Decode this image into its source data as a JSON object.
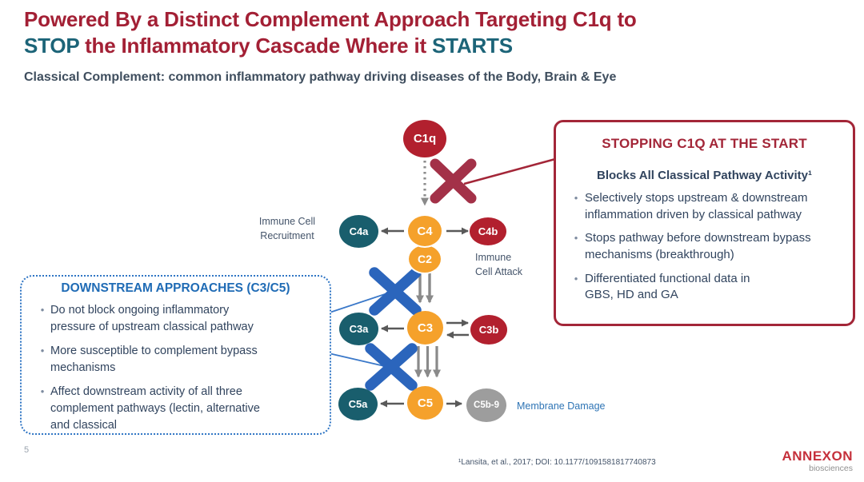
{
  "title": {
    "line1": "Powered By a Distinct Complement Approach Targeting C1q to",
    "line2_stop": "STOP",
    "line2_mid": " the Inflammatory Cascade Where it ",
    "line2_starts": "STARTS"
  },
  "subtitle": "Classical Complement: common inflammatory pathway driving diseases of the Body, Brain & Eye",
  "diagram": {
    "nodes": {
      "c1q": "C1q",
      "c4": "C4",
      "c2": "C2",
      "c3": "C3",
      "c5": "C5",
      "c4a": "C4a",
      "c4b": "C4b",
      "c3a": "C3a",
      "c3b": "C3b",
      "c5a": "C5a",
      "c5b9": "C5b-9"
    },
    "labels": {
      "immune_recruitment_line1": "Immune Cell",
      "immune_recruitment_line2": "Recruitment",
      "immune_attack_line1": "Immune",
      "immune_attack_line2": "Cell Attack",
      "membrane_damage": "Membrane Damage"
    }
  },
  "red_box": {
    "title": "STOPPING C1Q AT THE START",
    "subtitle": "Blocks All Classical Pathway Activity¹",
    "bullets": [
      "Selectively stops upstream & downstream\ninflammation driven by classical pathway",
      "Stops pathway before downstream bypass\nmechanisms (breakthrough)",
      "Differentiated functional data in\nGBS, HD and GA"
    ]
  },
  "blue_box": {
    "title": "DOWNSTREAM APPROACHES (C3/C5)",
    "bullets": [
      "Do not block ongoing inflammatory\npressure of upstream classical pathway",
      "More susceptible to complement bypass\nmechanisms",
      "Affect downstream activity of all three\ncomplement pathways (lectin, alternative\nand classical"
    ]
  },
  "footer": {
    "page_number": "5",
    "citation": "¹Lansita, et al., 2017; DOI: 10.1177/1091581817740873",
    "logo_name": "ANNEXON",
    "logo_sub": "biosciences"
  },
  "bullet_glyph": "•",
  "colors": {
    "title_crimson": "#A32035",
    "title_teal": "#1C6478",
    "node_red": "#B2202E",
    "node_orange": "#F5A12B",
    "node_teal": "#195E6D",
    "node_gray": "#9D9D9D",
    "red_x": "#A33148",
    "box_crimson": "#A32638",
    "blue_x": "#2B65BC",
    "blue_dotted_border": "#2F75C4",
    "blue_title": "#1F6BB5",
    "navy_text": "#31445E",
    "slate_label": "#44546A",
    "membrane_blue": "#2E74B5",
    "arrow_gray": "#595959",
    "logo_red": "#C5303B"
  }
}
